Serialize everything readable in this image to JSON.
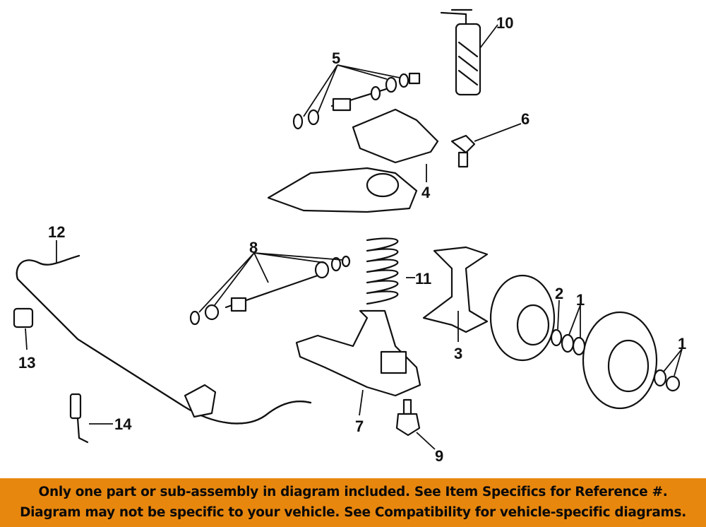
{
  "diagram": {
    "callouts": {
      "c1a": "1",
      "c1b": "1",
      "c2": "2",
      "c3": "3",
      "c4": "4",
      "c5": "5",
      "c6": "6",
      "c7": "7",
      "c8": "8",
      "c9": "9",
      "c10": "10",
      "c11": "11",
      "c12": "12",
      "c13": "13",
      "c14": "14"
    }
  },
  "banner": {
    "line1": "Only one part or sub-assembly in diagram included. See Item Specifics for Reference #.",
    "line2": "Diagram may not be specific to your vehicle. See Compatibility for vehicle-specific diagrams."
  },
  "colors": {
    "banner_bg": "#E8870E",
    "ink": "#111111"
  }
}
